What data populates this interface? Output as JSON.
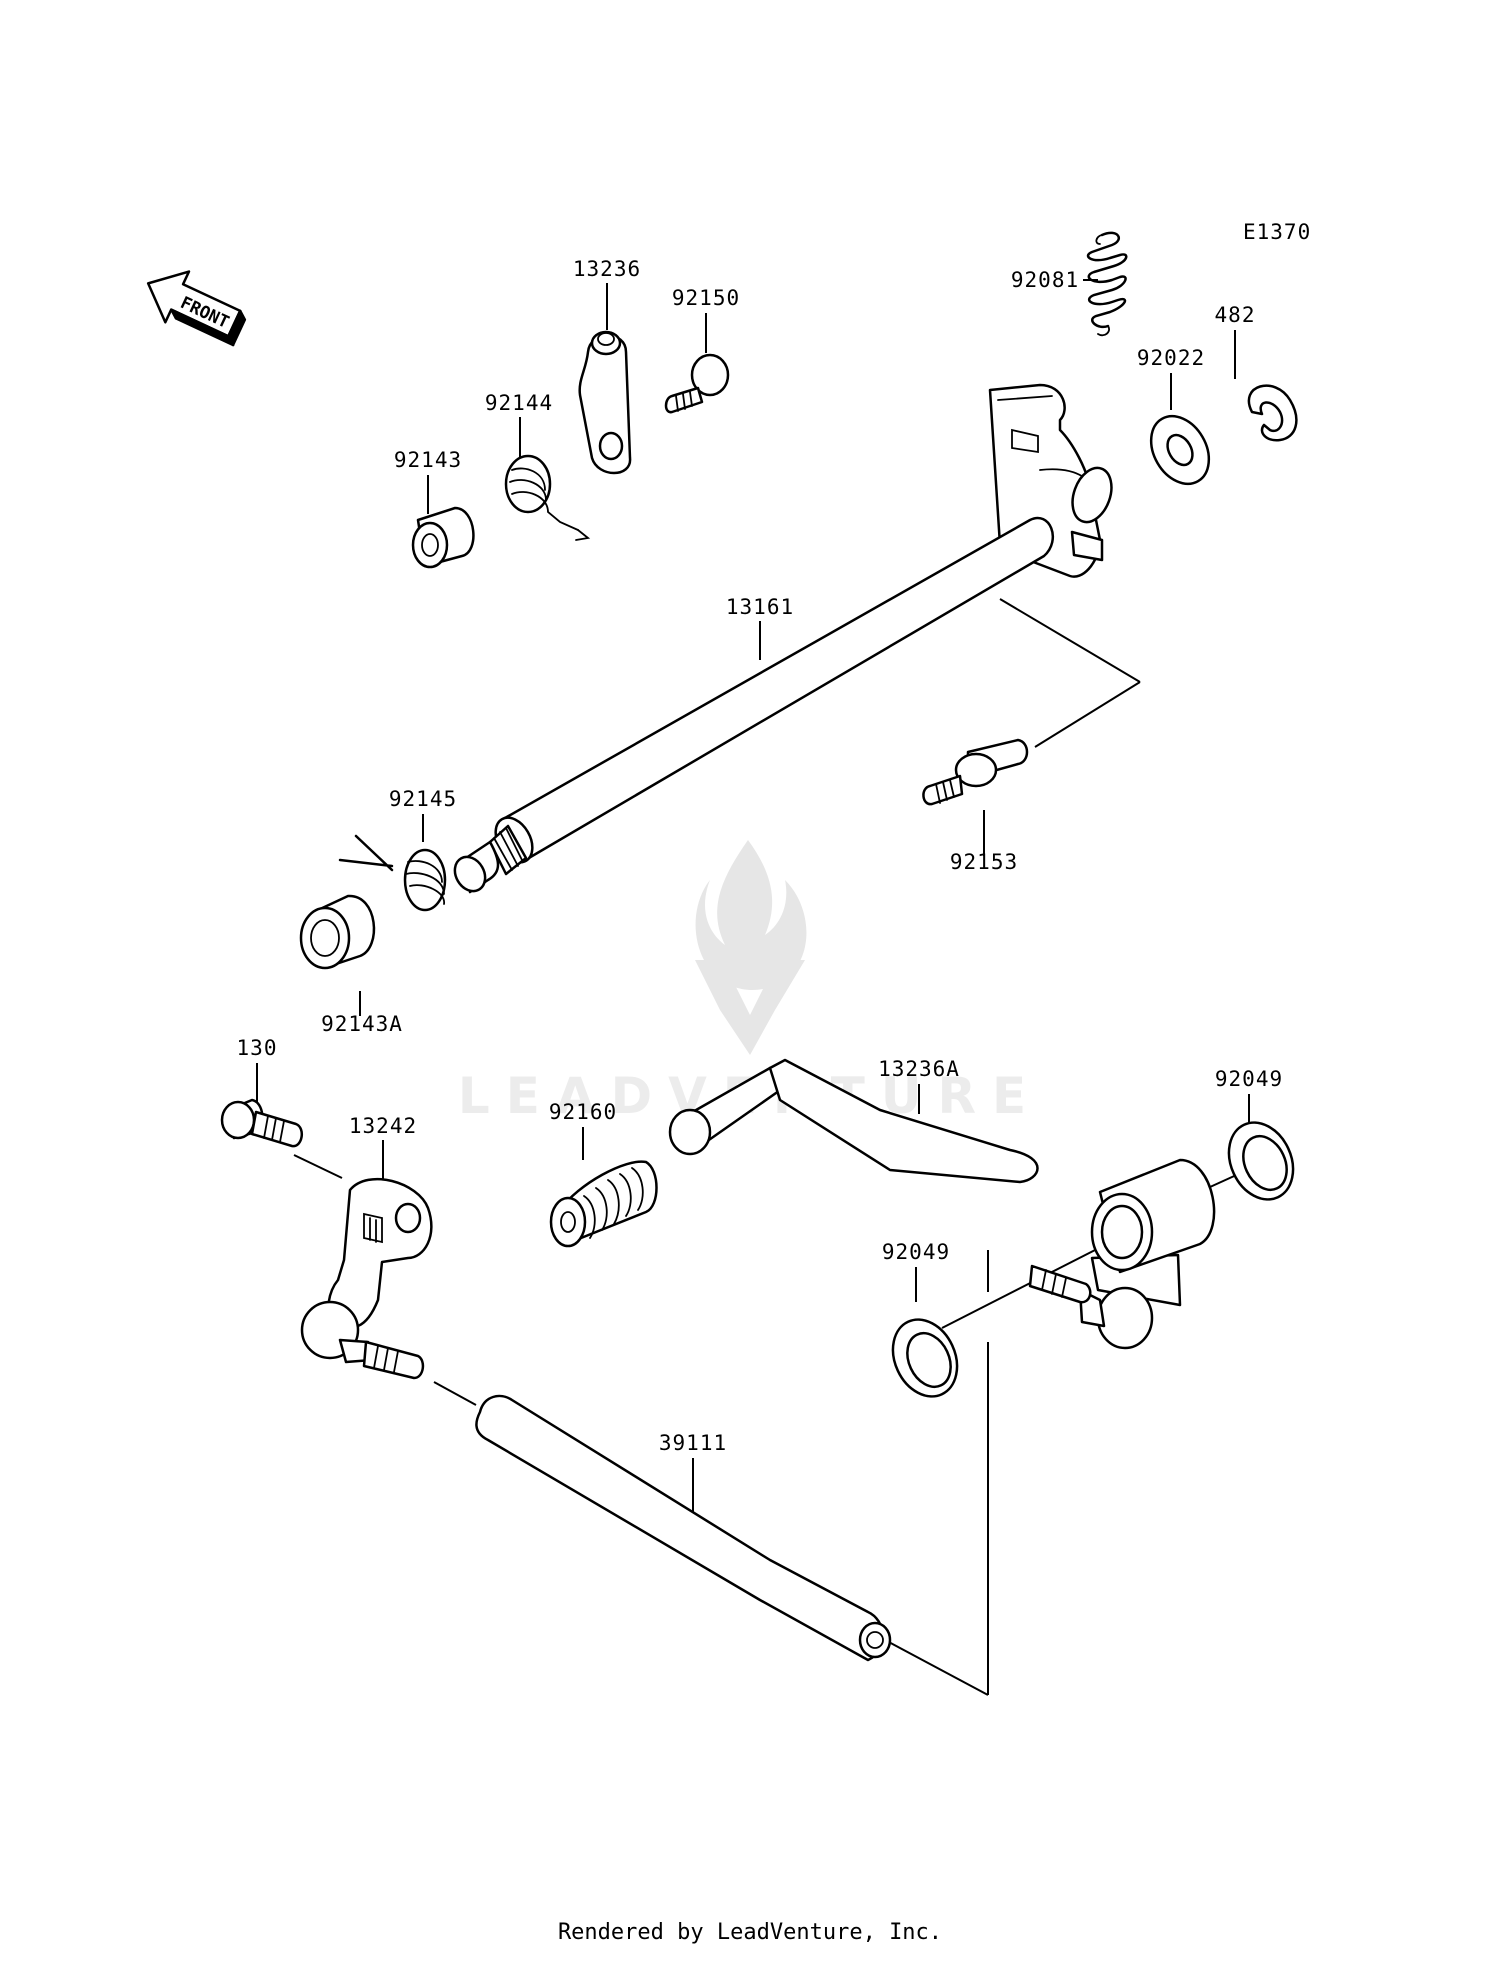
{
  "diagram_code": "E1370",
  "front_label": "FRONT",
  "watermark": "LEADVENTURE",
  "footer": "Rendered by LeadVenture, Inc.",
  "parts": {
    "p13236": "13236",
    "p92150": "92150",
    "p92081": "92081",
    "p482": "482",
    "p92144": "92144",
    "p92022": "92022",
    "p92143": "92143",
    "p13161": "13161",
    "p92145": "92145",
    "p92153": "92153",
    "p92143A": "92143A",
    "p130": "130",
    "p13242": "13242",
    "p13236A": "13236A",
    "p92049a": "92049",
    "p92160": "92160",
    "p92049b": "92049",
    "p39111": "39111"
  }
}
